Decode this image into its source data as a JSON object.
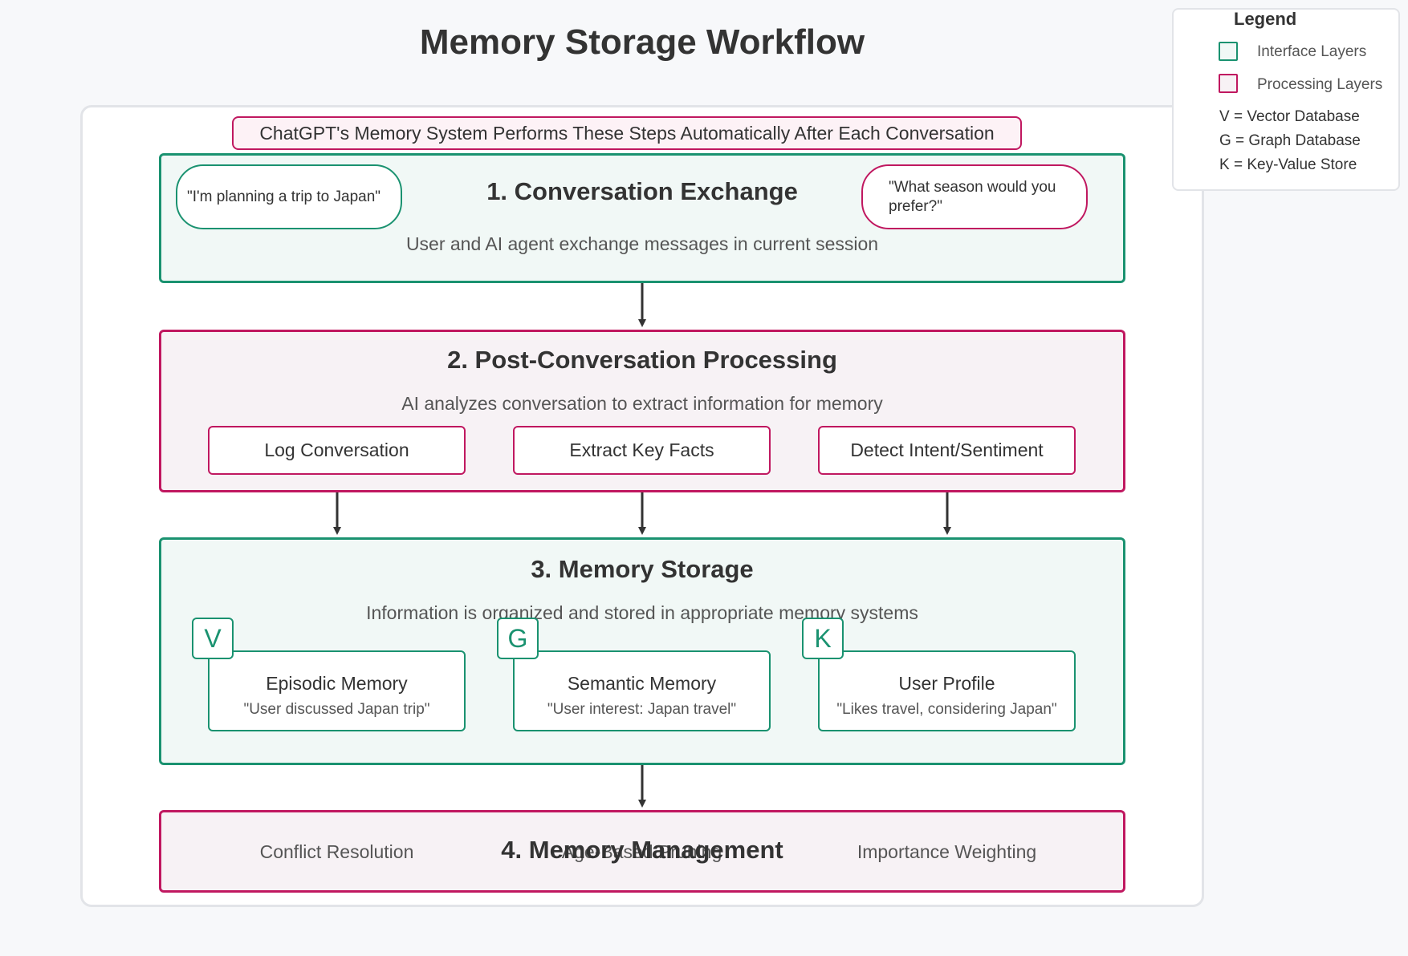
{
  "title": "Memory Storage Workflow",
  "banner": "ChatGPT's Memory System Performs These Steps Automatically After Each Conversation",
  "colors": {
    "interface": "#1a9270",
    "processing": "#c01860"
  },
  "stage1": {
    "title": "1. Conversation Exchange",
    "description": "User and AI agent exchange messages in current session",
    "user_message": "\"I'm planning a trip to Japan\"",
    "ai_message": "\"What season would you prefer?\""
  },
  "stage2": {
    "title": "2. Post-Conversation Processing",
    "description": "AI analyzes conversation to extract information for memory",
    "steps": [
      "Log Conversation",
      "Extract Key Facts",
      "Detect Intent/Sentiment"
    ]
  },
  "stage3": {
    "title": "3. Memory Storage",
    "description": "Information is organized and stored in appropriate memory systems",
    "stores": [
      {
        "badge": "V",
        "name": "Episodic Memory",
        "example": "\"User discussed Japan trip\""
      },
      {
        "badge": "G",
        "name": "Semantic Memory",
        "example": "\"User interest: Japan travel\""
      },
      {
        "badge": "K",
        "name": "User Profile",
        "example": "\"Likes travel, considering Japan\""
      }
    ]
  },
  "stage4": {
    "title": "4. Memory Management",
    "items": [
      "Conflict Resolution",
      "Age-Based Pruning",
      "Importance Weighting"
    ]
  },
  "legend": {
    "title": "Legend",
    "interface": "Interface Layers",
    "processing": "Processing Layers",
    "keys": [
      "V = Vector Database",
      "G = Graph Database",
      "K = Key-Value Store"
    ]
  }
}
